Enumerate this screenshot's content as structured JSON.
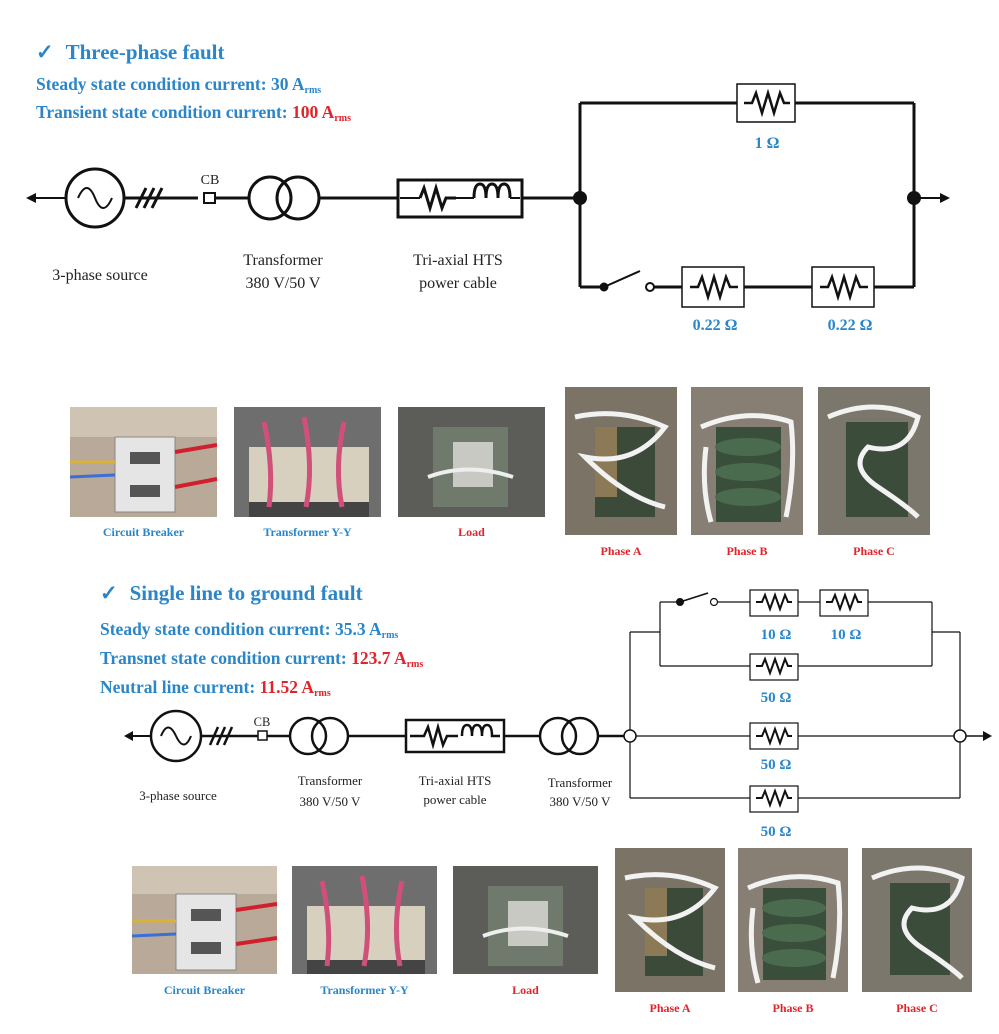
{
  "colors": {
    "accent": "#2a86c8",
    "highlight": "#e0242b",
    "line": "#111111"
  },
  "section1": {
    "check": "✓",
    "title": "Three-phase fault",
    "steady_label": "Steady state condition current: ",
    "steady_value": "30",
    "transient_label": "Transient state condition current: ",
    "transient_value": "100",
    "unit_main": "A",
    "unit_sub": "rms",
    "diagram": {
      "cb": "CB",
      "source": "3-phase source",
      "transformer_l1": "Transformer",
      "transformer_l2": "380 V/50 V",
      "cable_l1": "Tri-axial HTS",
      "cable_l2": "power cable",
      "load_top": "1 Ω",
      "load_left": "0.22 Ω",
      "load_right": "0.22 Ω"
    },
    "photos": {
      "cb": "Circuit  Breaker",
      "transformer": "Transformer  Y-Y",
      "load": "Load",
      "phase_a": "Phase A",
      "phase_b": "Phase B",
      "phase_c": "Phase C"
    }
  },
  "section2": {
    "check": "✓",
    "title": "Single line to ground fault",
    "steady_label": "Steady state condition current: ",
    "steady_value": "35.3",
    "transient_label": "Transnet state condition current: ",
    "transient_value": "123.7",
    "neutral_label": "Neutral line current: ",
    "neutral_value": "11.52",
    "unit_main": "A",
    "unit_sub": "rms",
    "diagram": {
      "cb": "CB",
      "source": "3-phase source",
      "transformer1_l1": "Transformer",
      "transformer1_l2": "380 V/50 V",
      "cable_l1": "Tri-axial HTS",
      "cable_l2": "power cable",
      "transformer2_l1": "Transformer",
      "transformer2_l2": "380 V/50 V",
      "r_sw1": "10 Ω",
      "r_sw2": "10 Ω",
      "r_a": "50 Ω",
      "r_b": "50 Ω",
      "r_c": "50 Ω"
    },
    "photos": {
      "cb": "Circuit  Breaker",
      "transformer": "Transformer  Y-Y",
      "load": "Load",
      "phase_a": "Phase A",
      "phase_b": "Phase B",
      "phase_c": "Phase C"
    }
  }
}
